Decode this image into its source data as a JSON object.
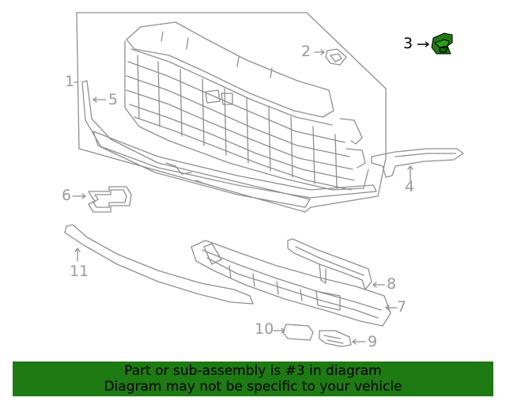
{
  "callouts": {
    "c1": "1",
    "c2": "2",
    "c3": "3",
    "c4": "4",
    "c5": "5",
    "c6": "6",
    "c7": "7",
    "c8": "8",
    "c9": "9",
    "c10": "10",
    "c11": "11"
  },
  "highlighted_part": "3",
  "colors": {
    "line": "#8f8f8f",
    "callout": "#9a9a9a",
    "highlight": "#1e7a12",
    "banner_bg": "#1e7a12"
  },
  "banner": {
    "line1": "Part or sub-assembly is #3 in diagram",
    "line2": "Diagram may not be specific to your vehicle"
  }
}
